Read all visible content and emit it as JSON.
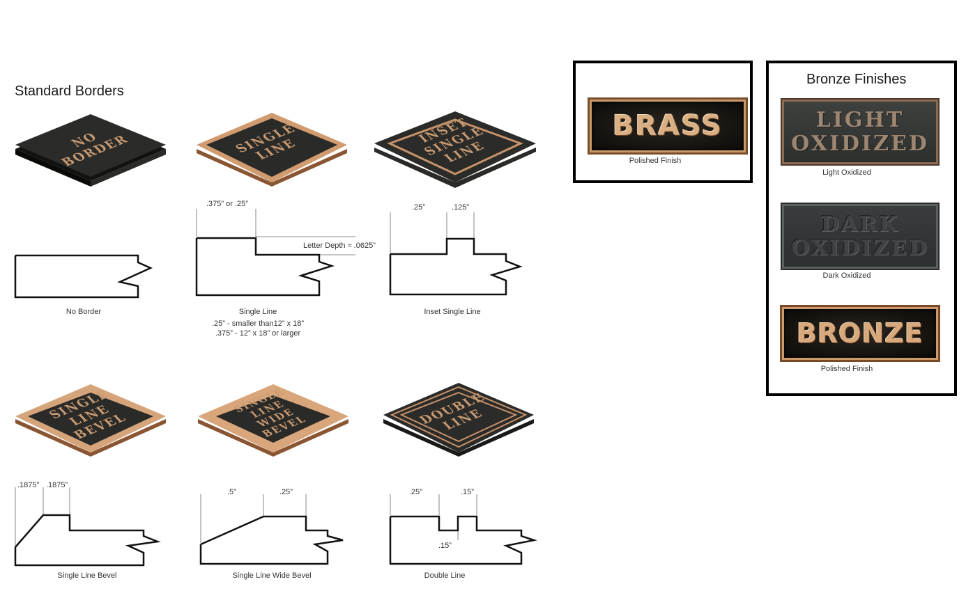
{
  "standard_borders": {
    "heading": "Standard Borders",
    "tiles": [
      {
        "lines": [
          "NO",
          "BORDER"
        ]
      },
      {
        "lines": [
          "SINGLE",
          "LINE"
        ]
      },
      {
        "lines": [
          "INSET",
          "SINGLE",
          "LINE"
        ]
      },
      {
        "lines": [
          "SINGLE",
          "LINE",
          "BEVEL"
        ]
      },
      {
        "lines": [
          "SINGLE",
          "LINE",
          "WIDE",
          "BEVEL"
        ]
      },
      {
        "lines": [
          "DOUBLE",
          "LINE"
        ]
      }
    ],
    "profiles": [
      {
        "caption": "No Border",
        "notes": [],
        "dimensions": []
      },
      {
        "caption": "Single Line",
        "notes": [
          ".25” - smaller than12” x 18”",
          ".375” - 12” x 18” or larger"
        ],
        "dimensions": [
          ".375” or .25”",
          "Letter Depth ≈ .0625”"
        ]
      },
      {
        "caption": "Inset Single Line",
        "notes": [],
        "dimensions": [
          ".25”",
          ".125”"
        ]
      },
      {
        "caption": "Single Line Bevel",
        "notes": [],
        "dimensions": [
          ".1875”",
          ".1875”"
        ]
      },
      {
        "caption": "Single Line Wide Bevel",
        "notes": [],
        "dimensions": [
          ".5”",
          ".25”"
        ]
      },
      {
        "caption": "Double Line",
        "notes": [],
        "dimensions": [
          ".25”",
          ".15”",
          ".15”"
        ]
      }
    ]
  },
  "brass_panel": {
    "plate_text": "BRASS",
    "caption": "Polished Finish"
  },
  "bronze_panel": {
    "heading": "Bronze Finishes",
    "finishes": [
      {
        "plate_lines": [
          "LIGHT",
          "OXIDIZED"
        ],
        "caption": "Light Oxidized"
      },
      {
        "plate_lines": [
          "DARK",
          "OXIDIZED"
        ],
        "caption": "Dark Oxidized"
      },
      {
        "plate_lines": [
          "BRONZE"
        ],
        "caption": "Polished Finish"
      }
    ]
  },
  "colors": {
    "plaque_black": "#1d1d1b",
    "bronze_border": "#c8926a",
    "panel_border": "#000000"
  }
}
